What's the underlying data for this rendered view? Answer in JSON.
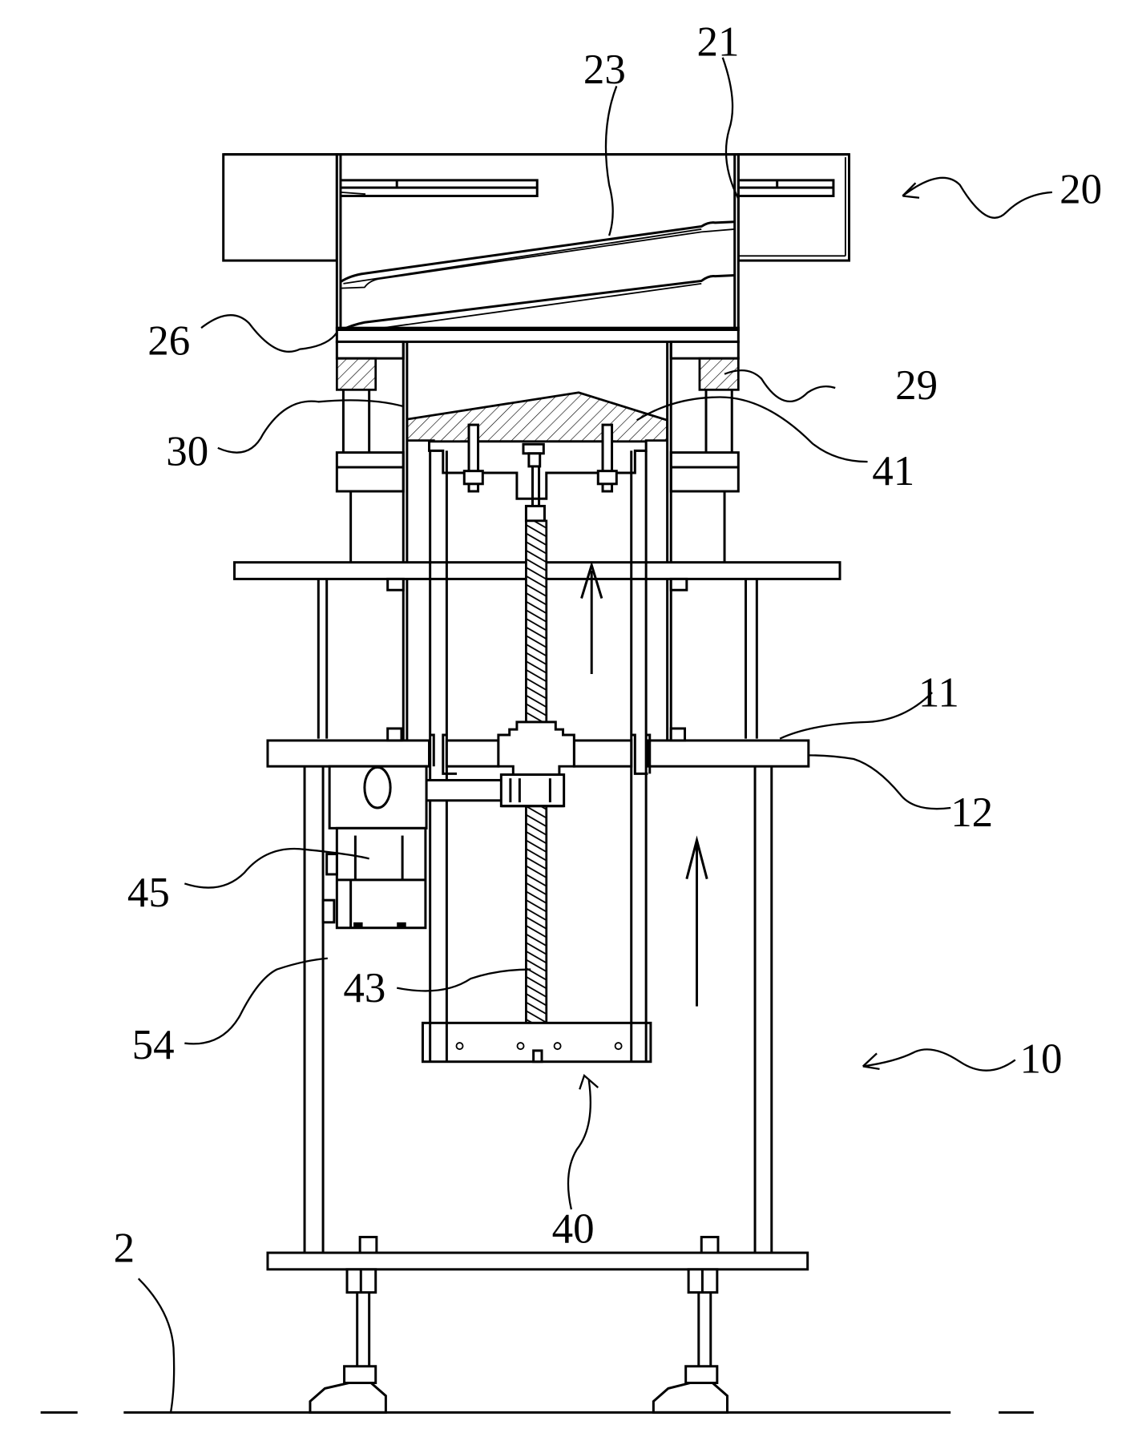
{
  "figure": {
    "type": "patent mechanical drawing",
    "title": "Lifting and feeding device, front view",
    "reference_labels": [
      {
        "id": "21",
        "text": "21",
        "part": "barrel"
      },
      {
        "id": "23",
        "text": "23",
        "part": "spiral track"
      },
      {
        "id": "20",
        "text": "20",
        "part": "upper feeding assembly"
      },
      {
        "id": "26",
        "text": "26",
        "part": "bottom plate"
      },
      {
        "id": "29",
        "text": "29",
        "part": "support block"
      },
      {
        "id": "30",
        "text": "30",
        "part": "guide sleeve"
      },
      {
        "id": "41",
        "text": "41",
        "part": "lifting top cone"
      },
      {
        "id": "11",
        "text": "11",
        "part": "middle plate top"
      },
      {
        "id": "12",
        "text": "12",
        "part": "middle plate"
      },
      {
        "id": "45",
        "text": "45",
        "part": "motor"
      },
      {
        "id": "54",
        "text": "54",
        "part": "column"
      },
      {
        "id": "43",
        "text": "43",
        "part": "lead screw"
      },
      {
        "id": "10",
        "text": "10",
        "part": "frame"
      },
      {
        "id": "40",
        "text": "40",
        "part": "lifting assembly"
      },
      {
        "id": "2",
        "text": "2",
        "part": "ground"
      }
    ],
    "motion_arrows": [
      {
        "name": "upper-lift-arrow",
        "direction": "up"
      },
      {
        "name": "lower-lift-arrow",
        "direction": "up"
      }
    ]
  }
}
